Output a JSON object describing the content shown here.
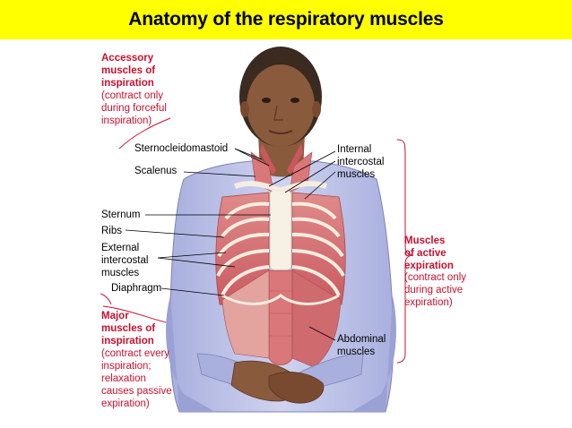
{
  "title": "Anatomy of the respiratory muscles",
  "groups": {
    "accessory": {
      "heading": "Accessory\nmuscles of\ninspiration",
      "note": "(contract only\nduring forceful\ninspiration)"
    },
    "major": {
      "heading": "Major\nmuscles of\ninspiration",
      "note": "(contract every\ninspiration;\nrelaxation\ncauses passive\nexpiration)"
    },
    "active_expiration": {
      "heading": "Muscles\nof active\nexpiration",
      "note": "(contract only\nduring active\nexpiration)"
    }
  },
  "labels": {
    "sternocleidomastoid": "Sternocleidomastoid",
    "scalenus": "Scalenus",
    "sternum": "Sternum",
    "ribs": "Ribs",
    "external_intercostal": "External\nintercostal\nmuscles",
    "diaphragm": "Diaphragm",
    "internal_intercostal": "Internal\nintercostal\nmuscles",
    "abdominal": "Abdominal\nmuscles"
  },
  "colors": {
    "title_bg": "#ffff00",
    "heading_red": "#c8102e",
    "bracket_red": "#c8102e",
    "sweater": "#b9bfe6",
    "skin": "#8a5a3c",
    "muscle": "#d9777a"
  }
}
